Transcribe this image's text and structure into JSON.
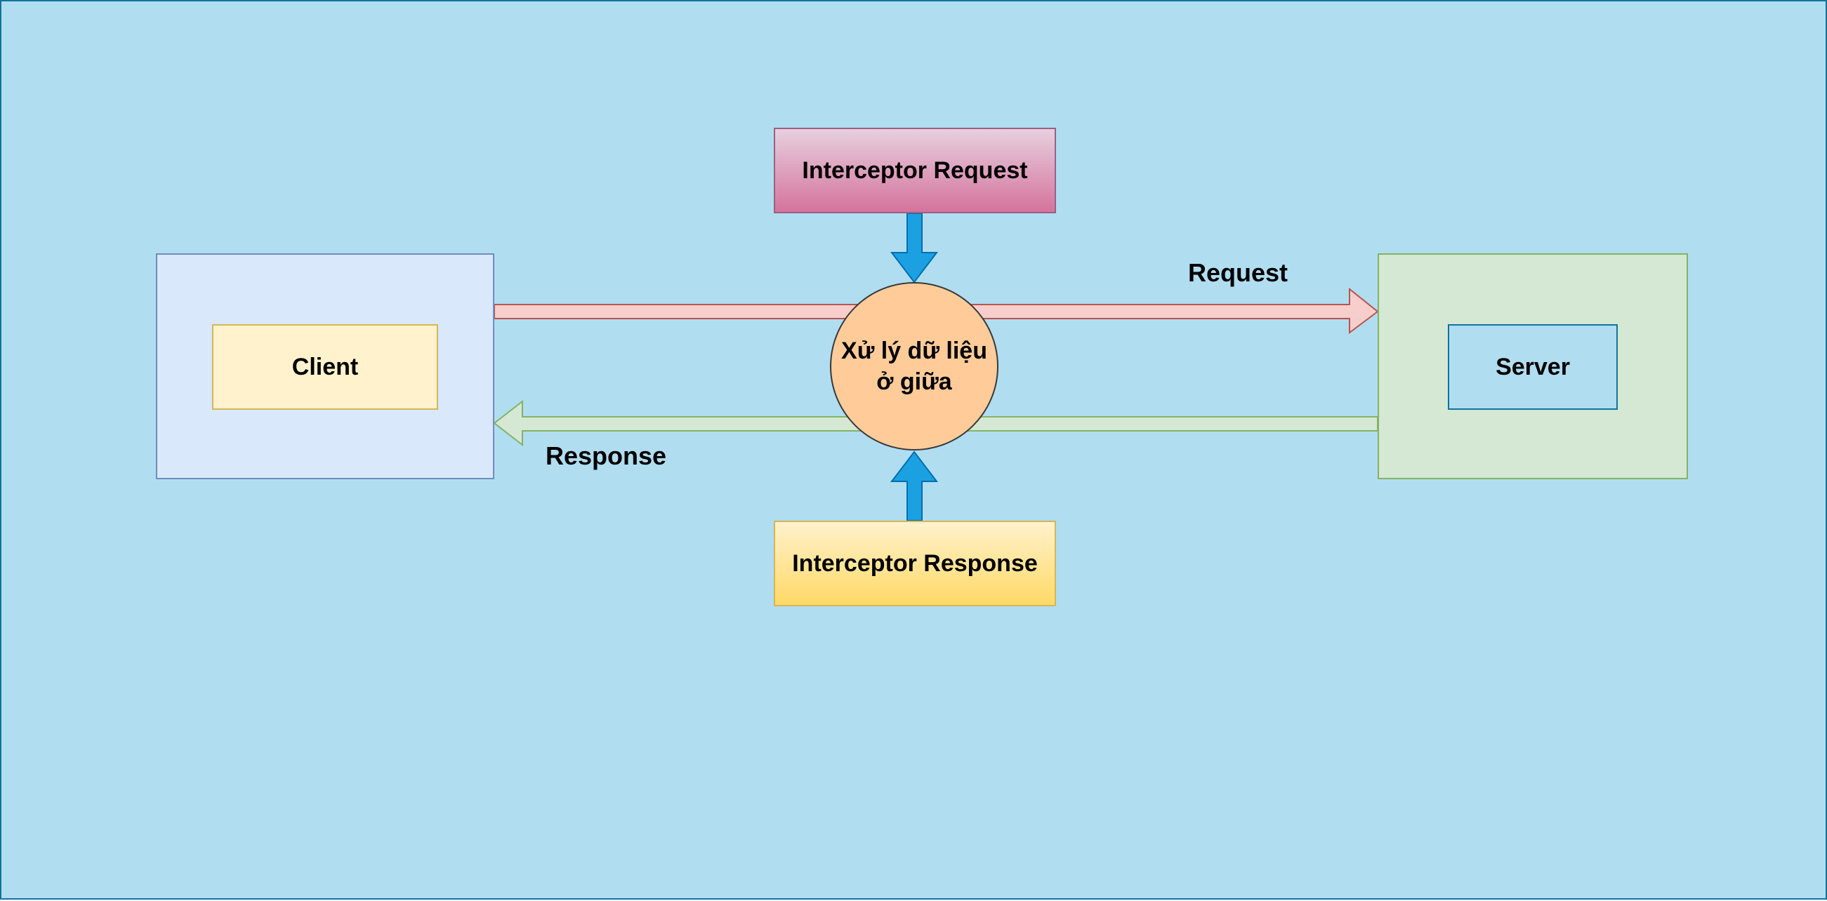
{
  "nodes": {
    "client": "Client",
    "server": "Server",
    "interceptor_request": "Interceptor Request",
    "interceptor_response": "Interceptor Response",
    "center_line1": "Xử lý dữ liệu",
    "center_line2": "ở giữa"
  },
  "edges": {
    "request": "Request",
    "response": "Response"
  },
  "colors": {
    "background": "#b1ddf0",
    "request_arrow_fill": "#f8cecc",
    "request_arrow_stroke": "#b85450",
    "response_arrow_fill": "#d5e8d4",
    "response_arrow_stroke": "#82b366",
    "interceptor_arrow_fill": "#1ba1e2",
    "interceptor_arrow_stroke": "#006eaf"
  }
}
